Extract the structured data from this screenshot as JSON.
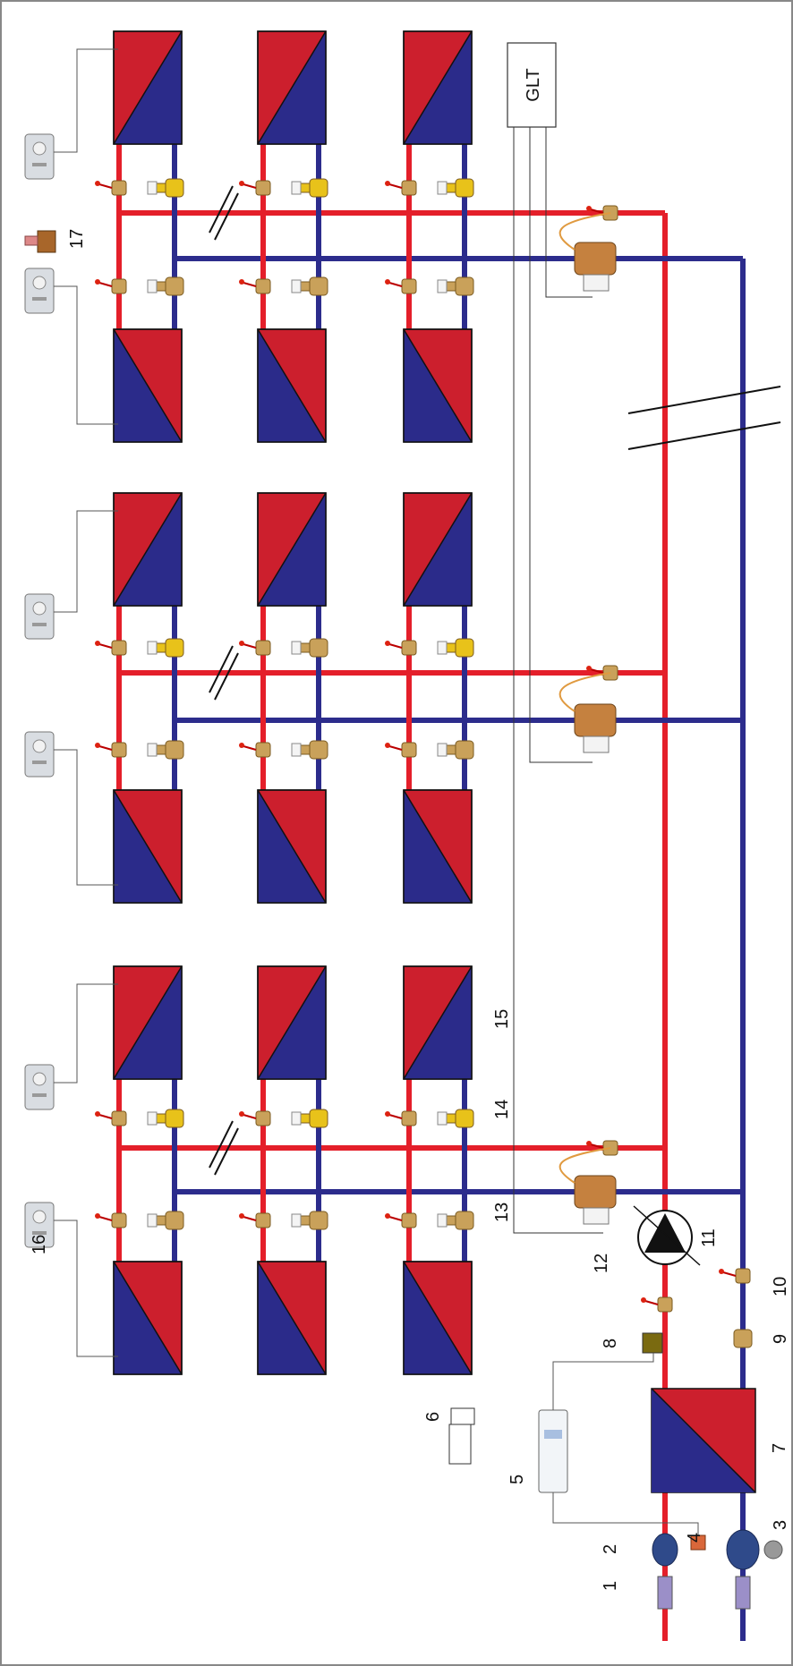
{
  "diagram": {
    "labels": {
      "n1": "1",
      "n2": "2",
      "n3": "3",
      "n4": "4",
      "n5": "5",
      "n6": "6",
      "n7": "7",
      "n8": "8",
      "n9": "9",
      "n10": "10",
      "n11": "11",
      "n12": "12",
      "n13": "13",
      "n14": "14",
      "n15": "15",
      "n16": "16",
      "n17": "17"
    },
    "glt": "GLT",
    "colors": {
      "supply": "#e41f2a",
      "return": "#2c2c8c",
      "exchanger_red": "#cc1f2d",
      "exchanger_blue": "#2b2b8a",
      "valve_brass": "#c9a15a",
      "balancing_yellow": "#e8c21a",
      "thermostat": "#d9dde2"
    }
  }
}
